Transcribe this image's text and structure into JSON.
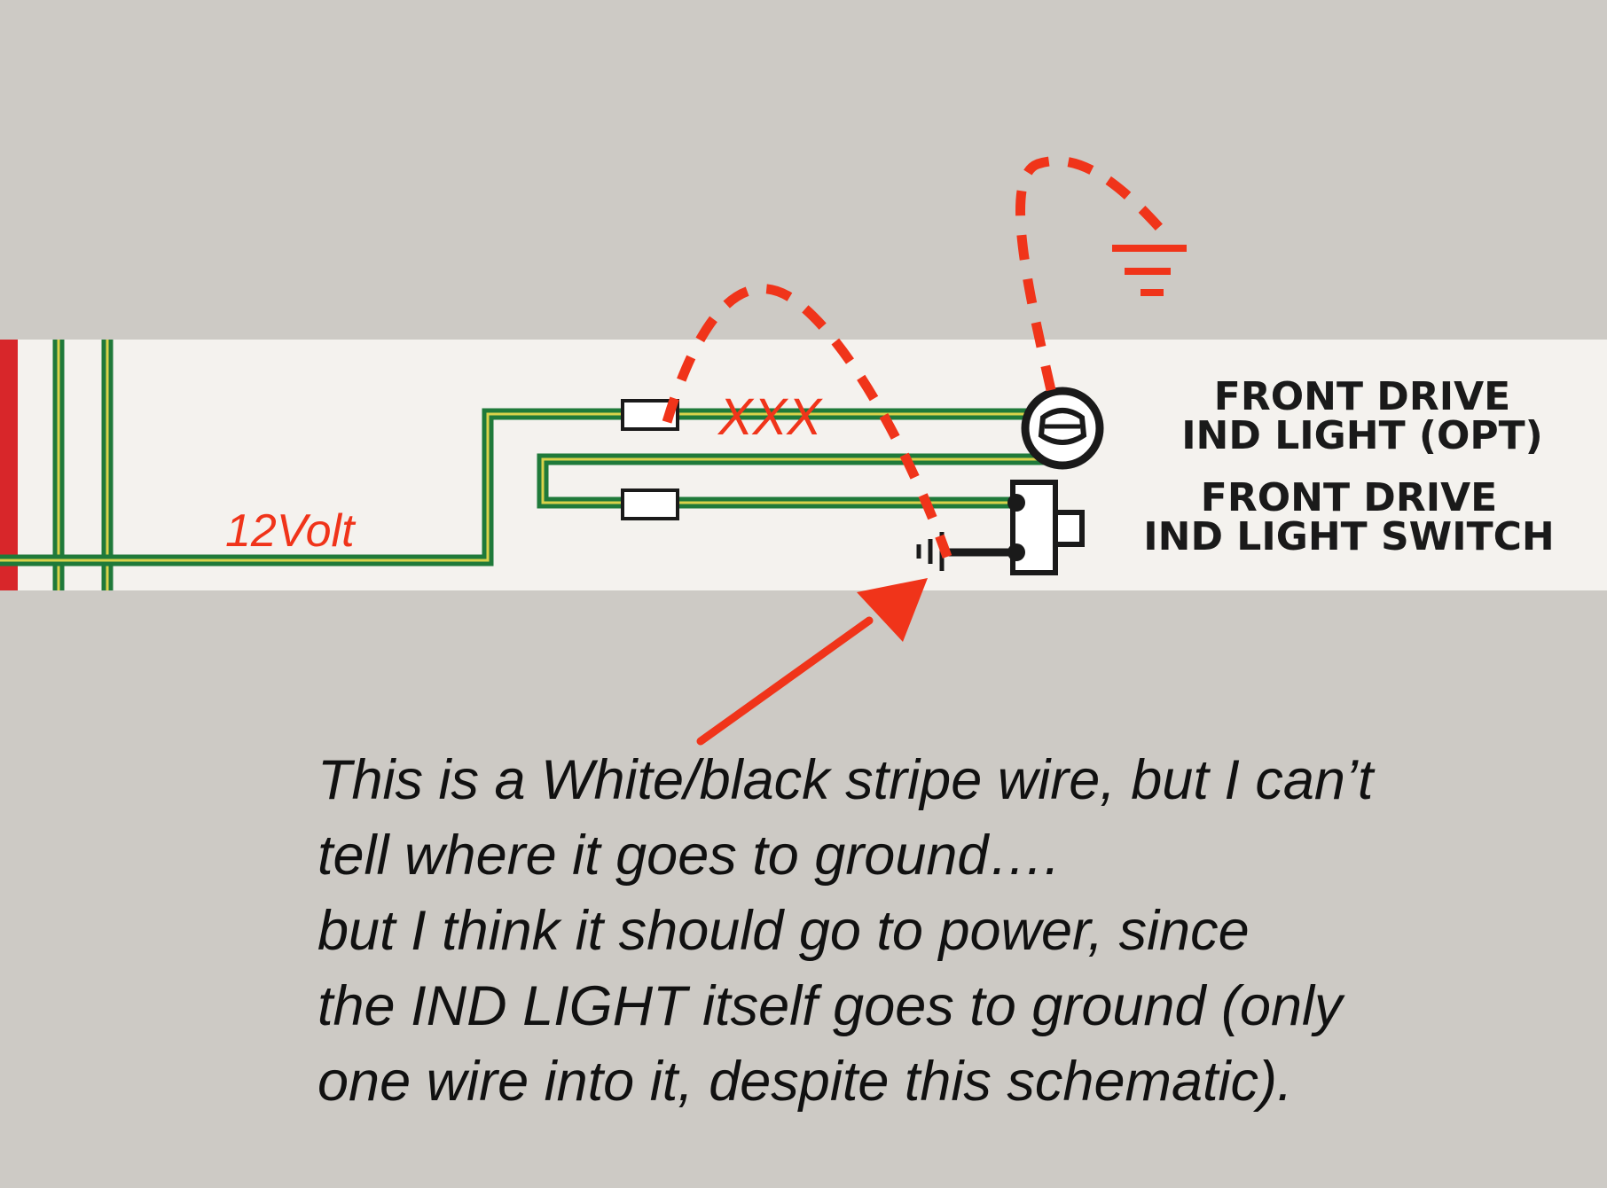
{
  "diagram": {
    "labels": {
      "voltage": "12Volt",
      "cross_mark": "XXX",
      "light_line1": "FRONT DRIVE",
      "light_line2": "IND LIGHT (OPT)",
      "switch_line1": "FRONT DRIVE",
      "switch_line2": "IND LIGHT SWITCH"
    },
    "colors": {
      "wire_green": "#1f7a3a",
      "wire_stripe": "#d9d24a",
      "annotation_red": "#f0341a",
      "strip_background": "#f4f2ee",
      "page_background": "#cdcac5",
      "power_red": "#d8262a"
    },
    "icons": [
      "bulb-icon",
      "switch-icon",
      "ground-icon",
      "connector-icon",
      "arrow-icon"
    ]
  },
  "caption": {
    "lines": [
      "This is a White/black stripe wire, but I can’t",
      "tell where it goes to ground….",
      "but I think it should go to power, since",
      "the IND LIGHT itself goes to ground (only",
      "one wire into it, despite this schematic)."
    ]
  }
}
